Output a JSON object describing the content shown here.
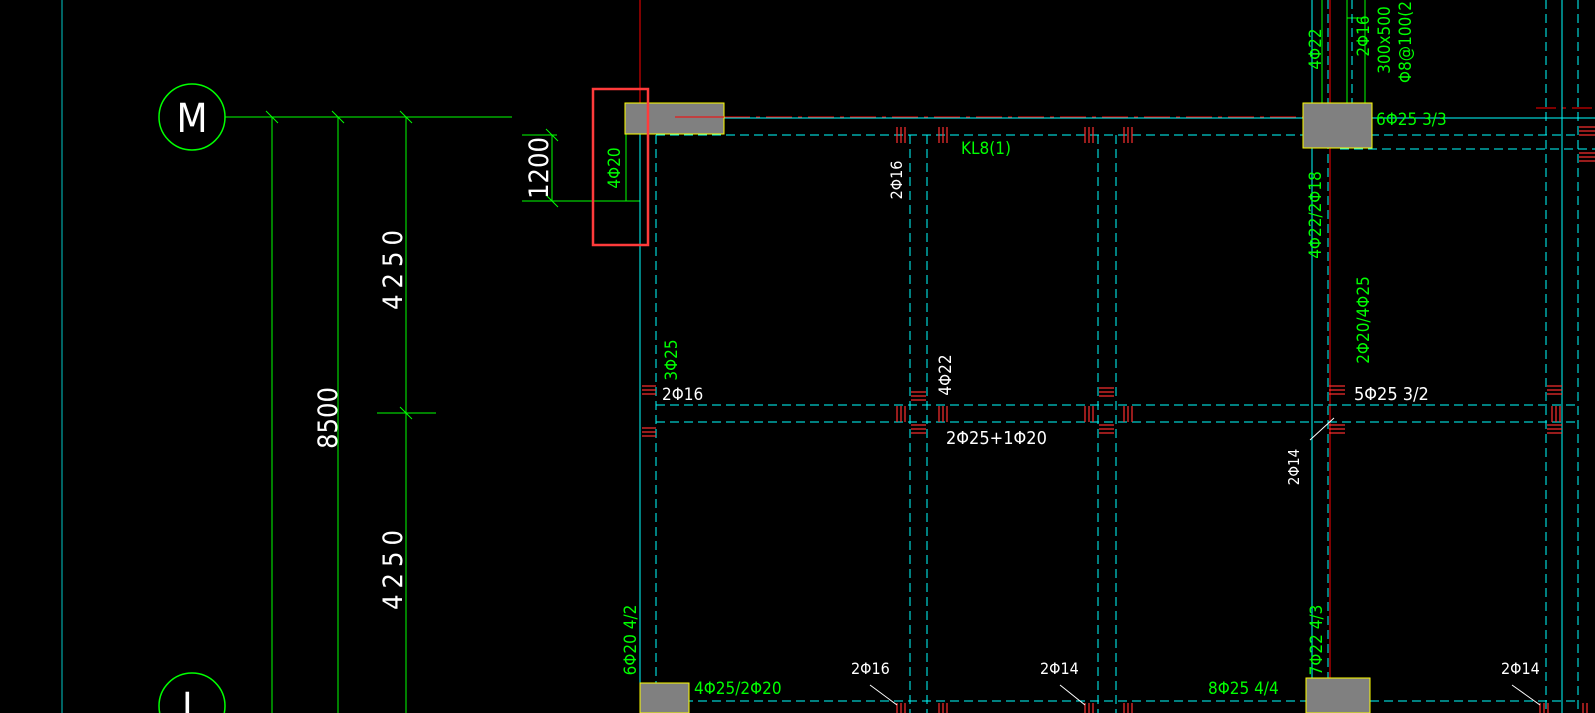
{
  "colors": {
    "background": "#000000",
    "beam_outline": "#00ffff",
    "axis_line": "#ff0000",
    "dimension_line": "#00ff00",
    "column_fill": "#808080",
    "column_edge": "#ffff00",
    "highlight_box": "#ff3b3b"
  },
  "axis_markers": [
    {
      "label": "M"
    },
    {
      "label": "L"
    }
  ],
  "dimensions": {
    "total": "8500",
    "upper": "4250",
    "lower": "4250",
    "offset": "1200"
  },
  "rebar_labels": {
    "corner_column": "4Φ20",
    "top_right_vertical": "4Φ22",
    "far_right_top_1": "2Φ16",
    "far_right_top_2": "300x500",
    "far_right_top_3": "Φ8@100(2",
    "right_column_top": "6Φ25 3/3",
    "beam_name": "KL8(1)",
    "upper_vertical_a": "2Φ16",
    "right_vertical_1": "4Φ22/2Φ18",
    "right_vertical_2": "2Φ20/4Φ25",
    "left_vertical": "3Φ25",
    "left_mid": "2Φ16",
    "center_vertical": "4Φ22",
    "right_mid": "5Φ25 3/2",
    "center_bottom": "2Φ25+1Φ20",
    "small_diag_1": "2Φ14",
    "left_lower_vertical": "6Φ20 4/2",
    "bottom_left": "4Φ25/2Φ20",
    "bottom_1": "2Φ16",
    "bottom_2": "2Φ14",
    "bottom_3": "8Φ25 4/4",
    "right_lower_vertical": "7Φ22 4/3",
    "bottom_far_right": "2Φ14"
  }
}
